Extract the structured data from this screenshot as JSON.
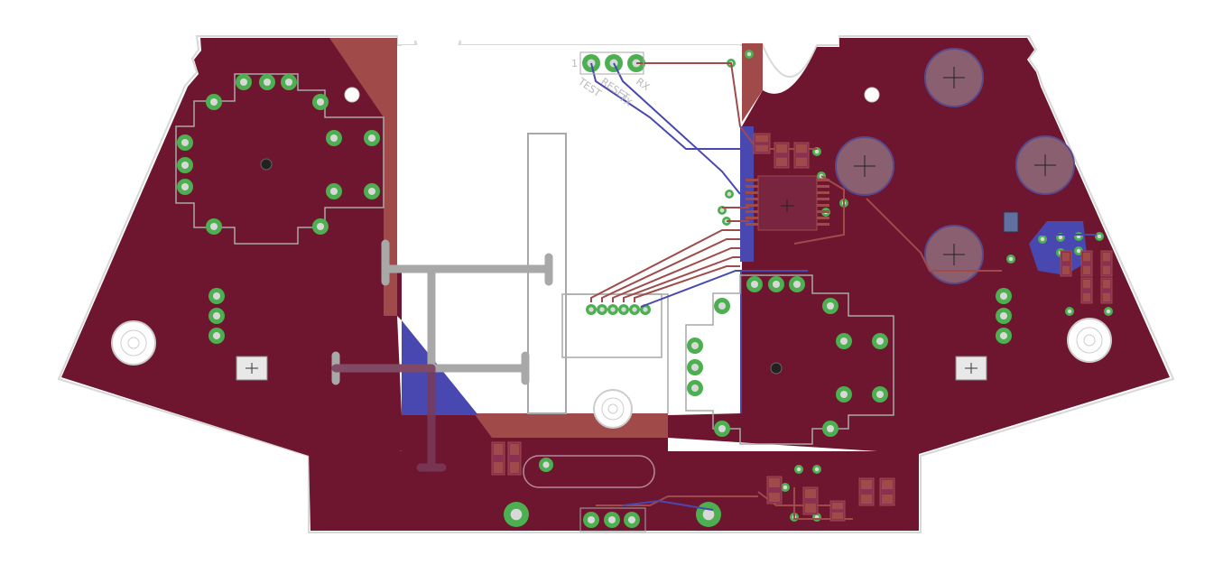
{
  "colors": {
    "background": "#ffffff",
    "board_fill": "#6e1530",
    "top_copper": "#a04a4a",
    "bottom_copper": "#4848b0",
    "pad": "#4caf50",
    "silkscreen": "#a8a8a8",
    "outline": "#c8c8c8"
  },
  "labels": {
    "test": "TEST",
    "reset": "RESET",
    "rx": "RX",
    "tx": "TX",
    "header_prefix": "1"
  }
}
